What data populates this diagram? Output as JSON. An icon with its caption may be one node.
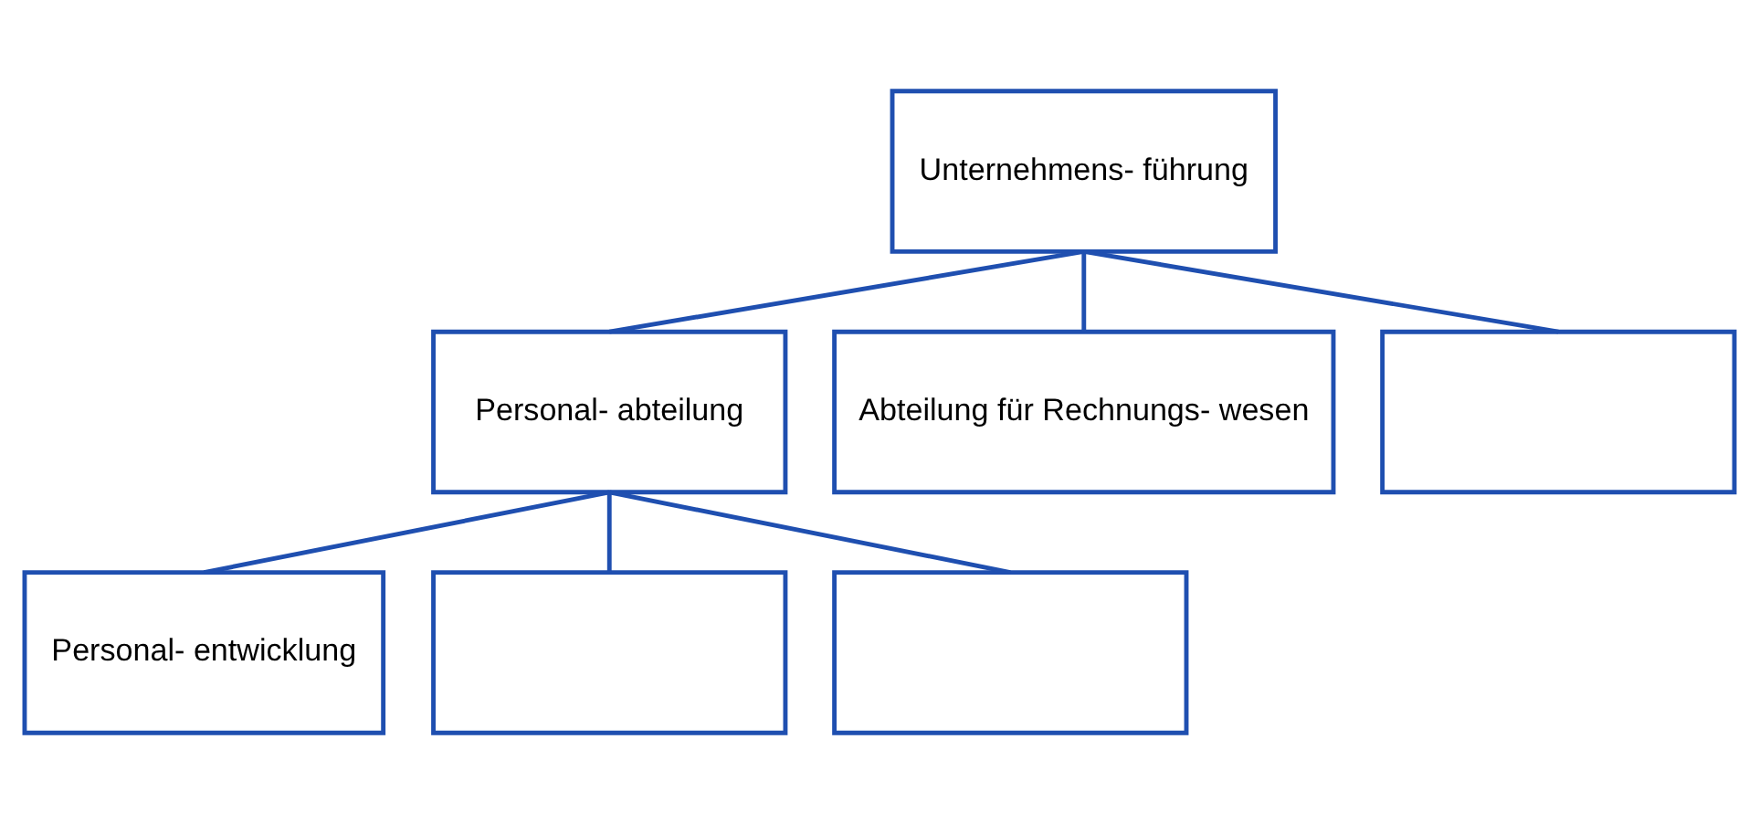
{
  "diagram": {
    "nodes": [
      {
        "text": [
          "Unternehmens- führung"
        ]
      },
      {
        "text": [
          "Personal- abteilung"
        ]
      },
      {
        "text": [
          "Abteilung für Rechnungs- wesen"
        ]
      },
      {
        "text": [],
        "shape": "box"
      },
      {
        "text": [
          "Personal- entwicklung"
        ]
      },
      {
        "text": [],
        "shape": "box"
      },
      {
        "text": [],
        "shape": "box"
      }
    ],
    "edges": [
      {
        "from": 0,
        "to": 1,
        "arrow": "none"
      },
      {
        "from": 0,
        "to": 2,
        "arrow": "none"
      },
      {
        "from": 0,
        "to": 3,
        "arrow": "none"
      },
      {
        "from": 1,
        "to": 4,
        "arrow": "none"
      },
      {
        "from": 1,
        "to": 5,
        "arrow": "none"
      },
      {
        "from": 1,
        "to": 6,
        "arrow": "none"
      }
    ]
  }
}
